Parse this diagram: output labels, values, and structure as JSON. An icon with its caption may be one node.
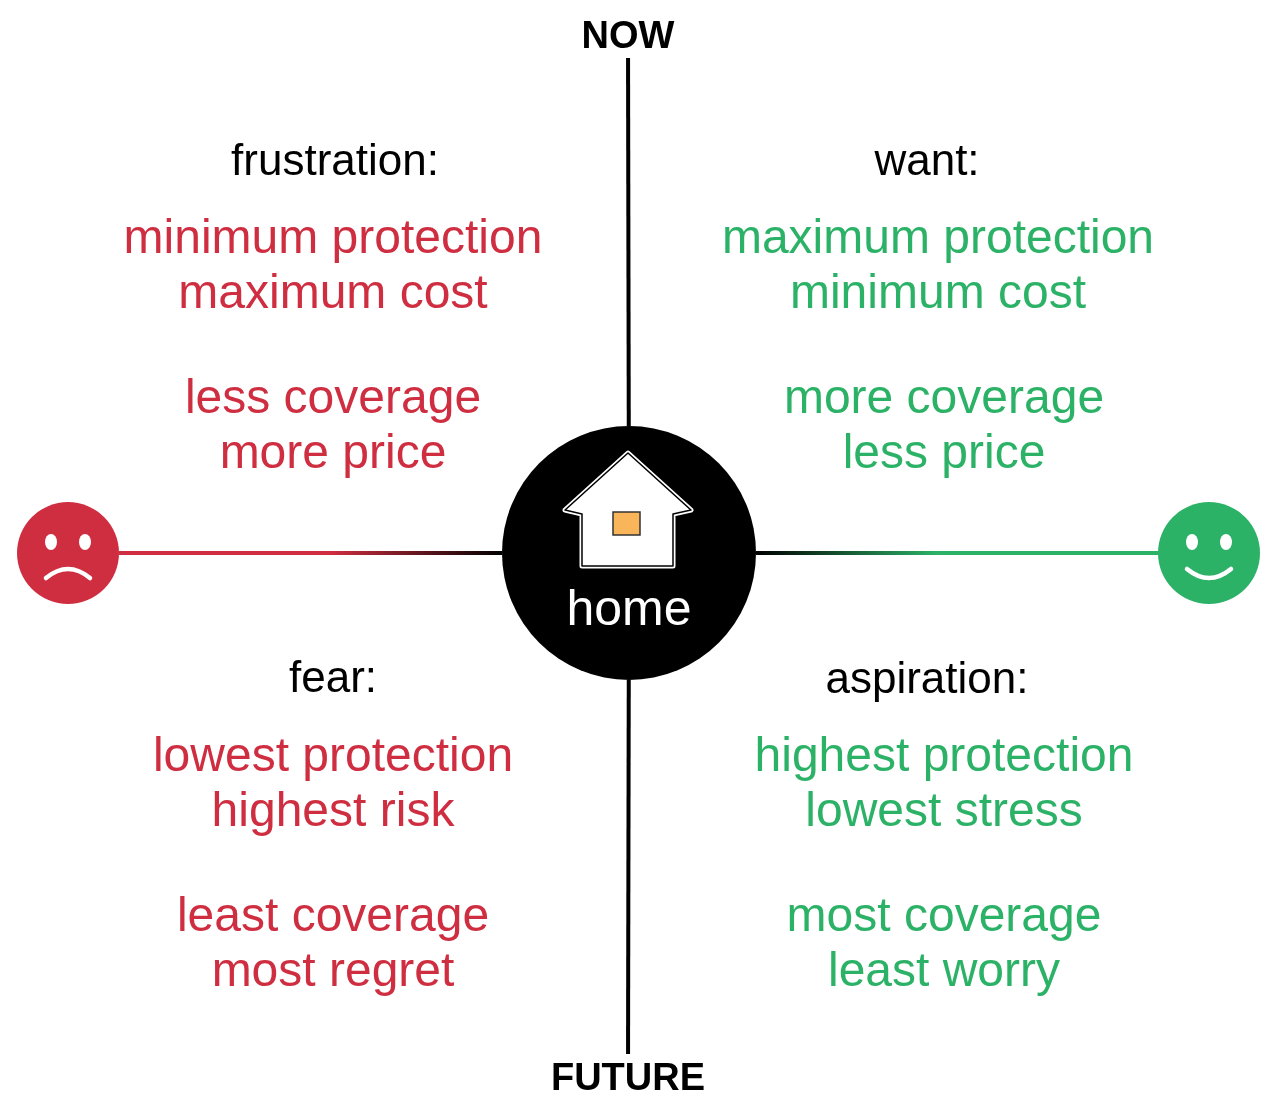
{
  "diagram": {
    "nodes": [
      {
        "text": [
          "NOW"
        ]
      },
      {
        "text": [],
        "shape": "circle"
      },
      {
        "text": [
          "home"
        ]
      },
      {
        "text": [],
        "shape": "circle"
      },
      {
        "text": [
          "FUTURE"
        ]
      }
    ],
    "edges": [
      {
        "from": 0,
        "to": 2,
        "arrow": "none"
      },
      {
        "from": 1,
        "to": 2,
        "arrow": "none",
        "color": "#cf2e41"
      },
      {
        "from": 3,
        "to": 2,
        "arrow": "none",
        "color": "#2bb267"
      },
      {
        "from": 2,
        "to": 4,
        "arrow": "none"
      }
    ],
    "labels": [
      "frustration:",
      "minimum protection maximum cost",
      "less coverage more price",
      "want:",
      "maximum protection minimum cost",
      "more coverage less price",
      "fear:",
      "lowest protection highest risk",
      "least coverage most regret",
      "aspiration:",
      "highest protection lowest stress",
      "most coverage least worry"
    ]
  }
}
